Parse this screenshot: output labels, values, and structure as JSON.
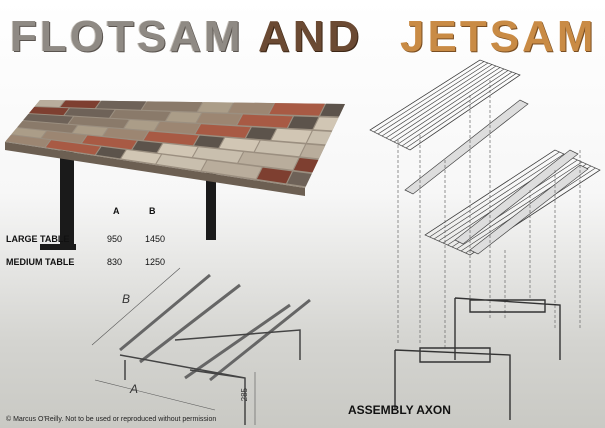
{
  "title": {
    "word1": "FLOTSAM",
    "word2": "AND",
    "word3": "JETSAM"
  },
  "specs": {
    "col_a": "A",
    "col_b": "B",
    "rows": [
      {
        "label": "LARGE TABLE",
        "a": "950",
        "b": "1450"
      },
      {
        "label": "MEDIUM TABLE",
        "a": "830",
        "b": "1250"
      }
    ]
  },
  "dimensions": {
    "a": "A",
    "b": "B",
    "height": "285"
  },
  "caption": "ASSEMBLY AXON",
  "copyright": "© Marcus O'Reilly. Not to be used or reproduced without permission"
}
